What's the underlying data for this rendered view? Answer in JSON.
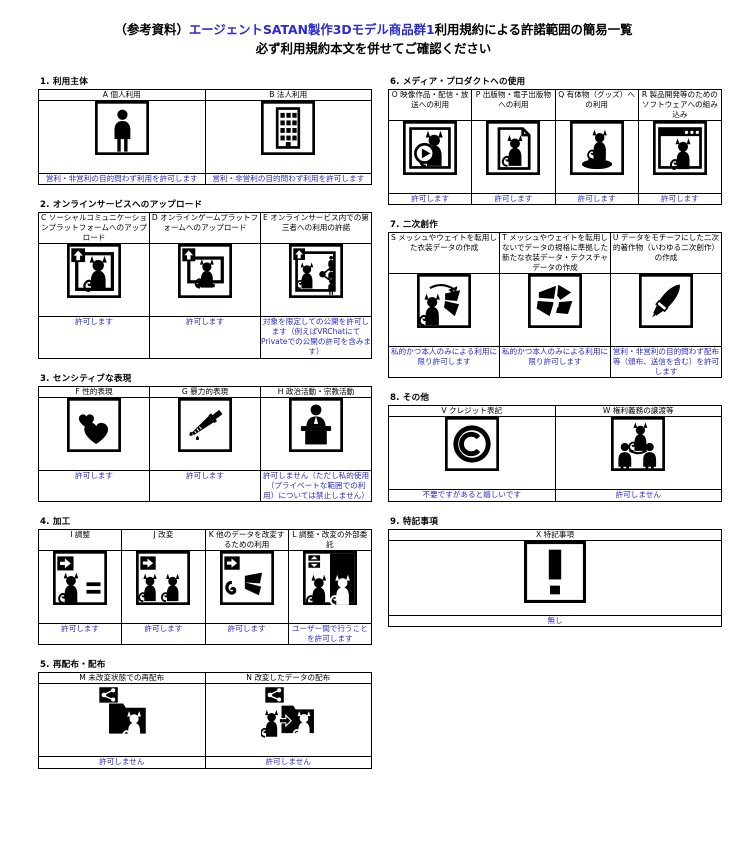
{
  "title": {
    "line1_prefix": "（参考資料）",
    "line1_blue": "エージェントSATAN製作3Dモデル商品群1",
    "line1_suffix": "利用規約による許諾範囲の簡易一覧",
    "line2": "必ず利用規約本文を併せてご確認ください"
  },
  "colors": {
    "accent": "#2a2ad0",
    "ink": "#000000",
    "paper": "#ffffff"
  },
  "sections": [
    {
      "heading": "1. 利用主体",
      "columns": 2,
      "items": [
        {
          "code": "A",
          "label": "個人利用",
          "icon": "person-icon",
          "note": "営利・非営利の目的問わず利用を許可します"
        },
        {
          "code": "B",
          "label": "法人利用",
          "icon": "building-icon",
          "note": "営利・非営利の目的問わず利用を許可します"
        }
      ]
    },
    {
      "heading": "2. オンラインサービスへのアップロード",
      "columns": 3,
      "items": [
        {
          "code": "C",
          "label": "ソーシャルコミュニケーションプラットフォームへのアップロード",
          "icon": "upload-avatar-icon",
          "note": "許可します"
        },
        {
          "code": "D",
          "label": "オンラインゲームプラットフォームへのアップロード",
          "icon": "upload-game-icon",
          "note": "許可します"
        },
        {
          "code": "E",
          "label": "オンラインサービス内での第三者への利用の許諾",
          "icon": "share-users-icon",
          "note": "対象を限定しての公開を許可します（例えばVRChatにてPrivateでの公開の許可を含みます）"
        }
      ]
    },
    {
      "heading": "3. センシティブな表現",
      "columns": 3,
      "items": [
        {
          "code": "F",
          "label": "性的表現",
          "icon": "hearts-icon",
          "note": "許可します"
        },
        {
          "code": "G",
          "label": "暴力的表現",
          "icon": "knife-icon",
          "note": "許可します"
        },
        {
          "code": "H",
          "label": "政治活動・宗教活動",
          "icon": "podium-speaker-icon",
          "note": "許可しません（ただし私的使用（プライベートな範囲での利用）については禁止しません）"
        }
      ]
    },
    {
      "heading": "4. 加工",
      "columns": 4,
      "items": [
        {
          "code": "I",
          "label": "調整",
          "icon": "adjust-equals-icon",
          "note": "許可します"
        },
        {
          "code": "J",
          "label": "改変",
          "icon": "modify-cat-icon",
          "note": "許可します"
        },
        {
          "code": "K",
          "label": "他のデータを改変するための利用",
          "icon": "modify-other-icon",
          "note": "許可します"
        },
        {
          "code": "L",
          "label": "調整・改変の外部委託",
          "icon": "outsource-icon",
          "note": "ユーザー間で行うことを許可します"
        }
      ]
    },
    {
      "heading": "5. 再配布・配布",
      "columns": 2,
      "items": [
        {
          "code": "M",
          "label": "未改変状態での再配布",
          "icon": "redistribute-icon",
          "note": "許可しません"
        },
        {
          "code": "N",
          "label": "改変したデータの配布",
          "icon": "distribute-modified-icon",
          "note": "許可しません"
        }
      ]
    },
    {
      "heading": "6. メディア・プロダクトへの使用",
      "columns": 4,
      "items": [
        {
          "code": "O",
          "label": "映像作品・配信・放送への利用",
          "icon": "video-play-icon",
          "note": "許可します"
        },
        {
          "code": "P",
          "label": "出版物・電子出版物への利用",
          "icon": "publication-icon",
          "note": "許可します"
        },
        {
          "code": "Q",
          "label": "有体物（グッズ）への利用",
          "icon": "goods-figure-icon",
          "note": "許可します"
        },
        {
          "code": "R",
          "label": "製品開発等のためのソフトウェアへの組み込み",
          "icon": "software-window-icon",
          "note": "許可します"
        }
      ]
    },
    {
      "heading": "7. 二次創作",
      "columns": 3,
      "items": [
        {
          "code": "S",
          "label": "メッシュやウェイトを転用した衣装データの作成",
          "icon": "mesh-reuse-icon",
          "note": "私的かつ本人のみによる利用に限り許可します"
        },
        {
          "code": "T",
          "label": "メッシュやウェイトを転用しないでデータの規格に準拠した新たな衣装データ・テクスチャデータの作成",
          "icon": "new-costume-icon",
          "note": "私的かつ本人のみによる利用に限り許可します"
        },
        {
          "code": "U",
          "label": "データをモチーフにした二次的著作物（いわゆる二次創作）の作成",
          "icon": "brush-icon",
          "note": "営利・非営利の目的問わず配布等（頒布、送信を含む）を許可します"
        }
      ]
    },
    {
      "heading": "8. その他",
      "columns": 2,
      "items": [
        {
          "code": "V",
          "label": "クレジット表記",
          "icon": "copyright-icon",
          "note": "不要ですがあると嬉しいです"
        },
        {
          "code": "W",
          "label": "権利義務の譲渡等",
          "icon": "transfer-rights-icon",
          "note": "許可しません"
        }
      ]
    },
    {
      "heading": "9. 特記事項",
      "columns": 1,
      "items": [
        {
          "code": "X",
          "label": "特記事項",
          "icon": "exclamation-icon",
          "note": "無し"
        }
      ]
    }
  ]
}
